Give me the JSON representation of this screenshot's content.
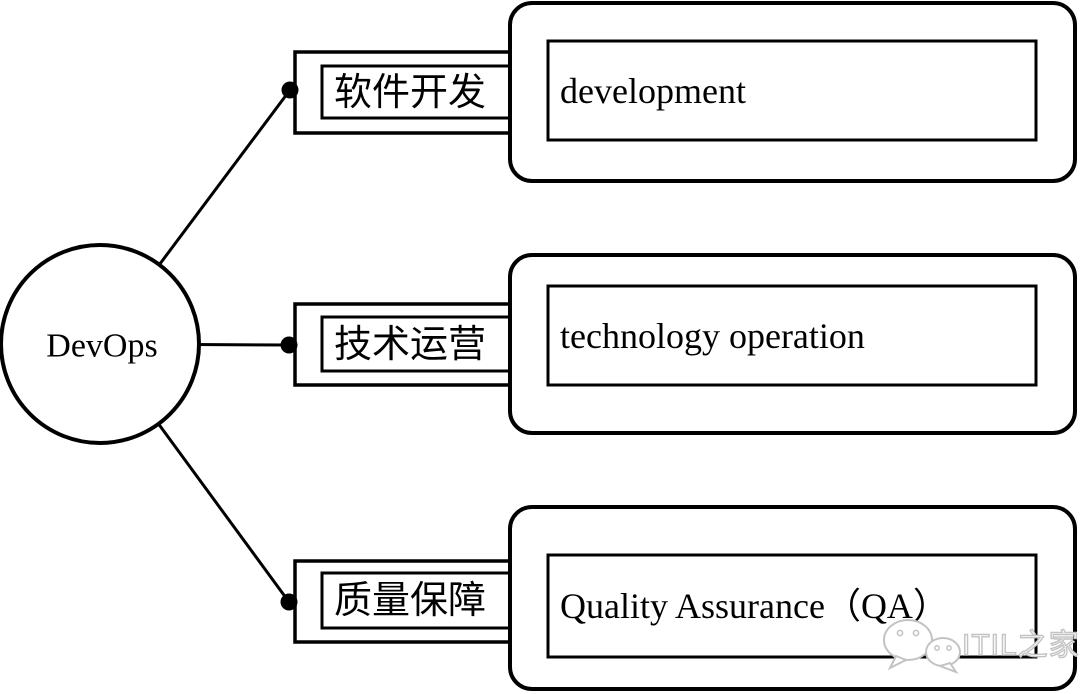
{
  "figure": {
    "root": {
      "label": "DevOps"
    },
    "branches": [
      {
        "label_cn": "软件开发",
        "label_en": "development"
      },
      {
        "label_cn": "技术运营",
        "label_en": "technology operation"
      },
      {
        "label_cn": "质量保障",
        "label_en": "Quality Assurance（QA）"
      }
    ],
    "watermark": {
      "text": "ITIL之家",
      "icon": "wechat-icon"
    },
    "colors": {
      "line": "#000000",
      "background": "#ffffff",
      "watermark": "#c3c3c3"
    }
  }
}
